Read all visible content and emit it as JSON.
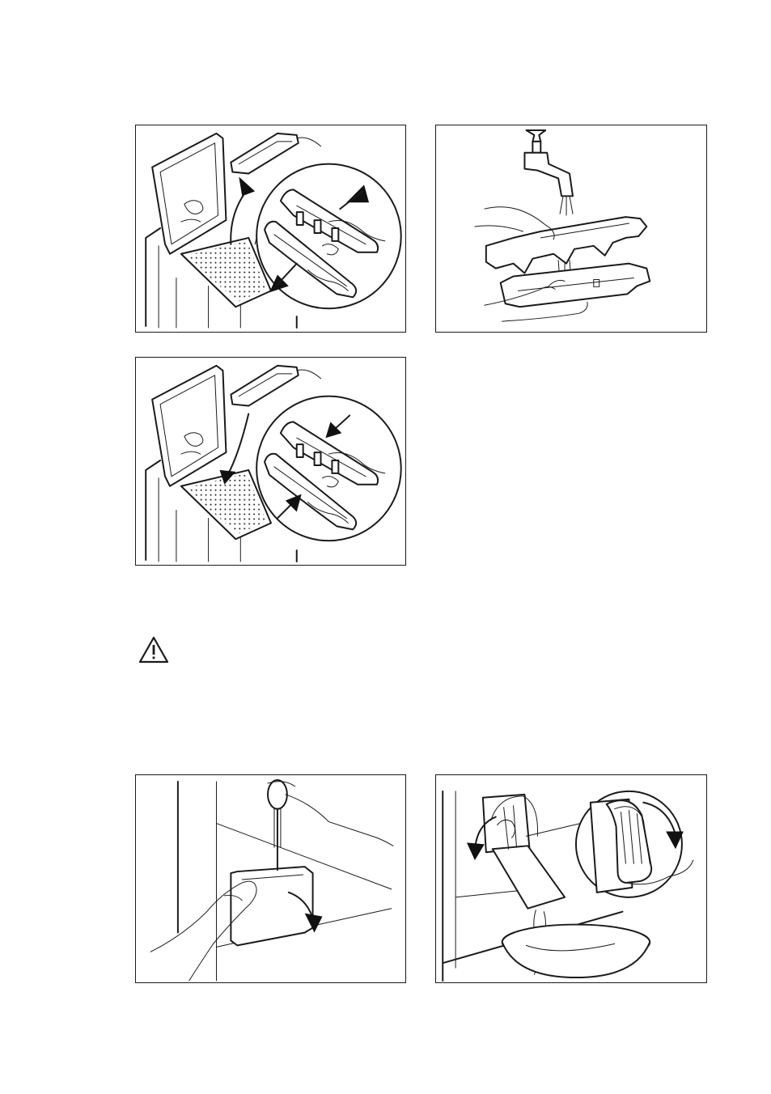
{
  "figures": [
    {
      "name": "remove-dispenser-illustration"
    },
    {
      "name": "rinse-dispenser-under-tap-illustration"
    },
    {
      "name": "reinsert-dispenser-illustration"
    },
    {
      "name": "open-pump-flap-illustration"
    },
    {
      "name": "drain-filter-illustration"
    }
  ],
  "warning": {
    "icon": "warning-triangle-icon"
  }
}
